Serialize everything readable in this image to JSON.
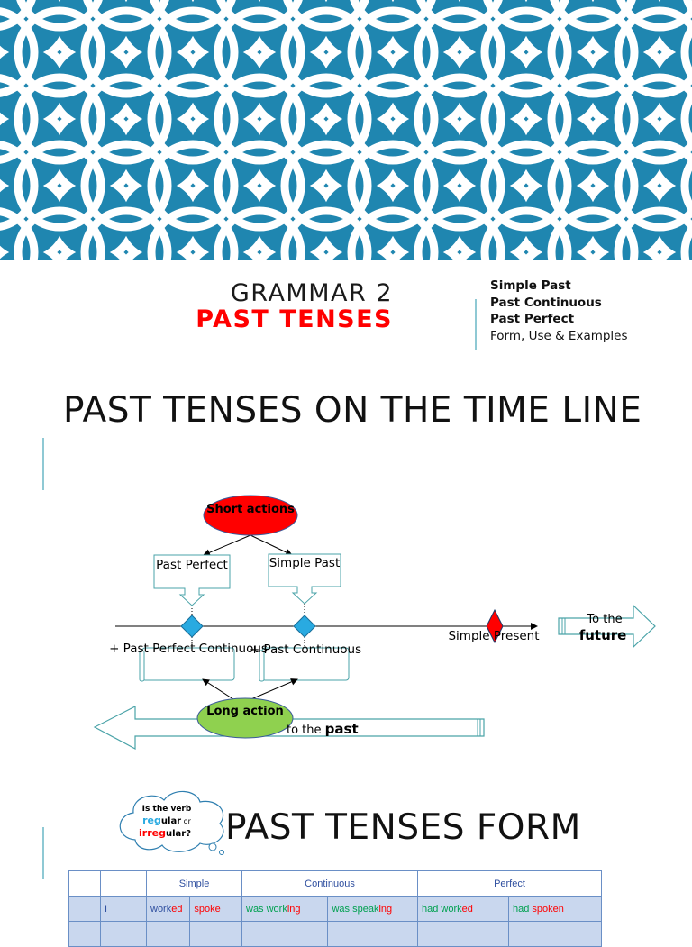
{
  "colors": {
    "banner_bg": "#1f86b0",
    "accent": "#ff0000",
    "rule": "#8fc9d4"
  },
  "slide1": {
    "title_line1": "GRAMMAR 2",
    "title_line2": "PAST TENSES",
    "subtitle": [
      "Simple Past",
      "Past Continuous",
      "Past Perfect",
      "Form, Use & Examples"
    ]
  },
  "slide2": {
    "title": "PAST TENSES ON THE TIME LINE",
    "diagram": {
      "short_actions": "Short actions",
      "past_perfect": "Past Perfect",
      "simple_past": "Simple Past",
      "pp_continuous": "+ Past Perfect Continuous",
      "past_continuous": "+ Past Continuous",
      "simple_present": "Simple Present",
      "to_the": "To the",
      "future": "future",
      "to_the_past": "to  the",
      "past": "past",
      "long_action": "Long action"
    }
  },
  "slide3": {
    "title": "PAST TENSES FORM",
    "cloud": {
      "line1": "Is the verb",
      "reg": "reg",
      "ular": "ular",
      "or": " or",
      "irreg": "irreg",
      "ular2": "ular?"
    },
    "table": {
      "headers": [
        "",
        "",
        "Simple",
        "",
        "Continuous",
        "",
        "Perfect",
        ""
      ],
      "row1": {
        "subject": "I",
        "c1_stem": "work",
        "c1_end": "ed",
        "c2": "spoke",
        "c3_aux": "was work",
        "c3_end": "ing",
        "c4_aux": "was speak",
        "c4_end": "ing",
        "c5_aux": "had work",
        "c5_end": "ed",
        "c6_aux": "had",
        "c6_verb": " spoken"
      }
    }
  }
}
